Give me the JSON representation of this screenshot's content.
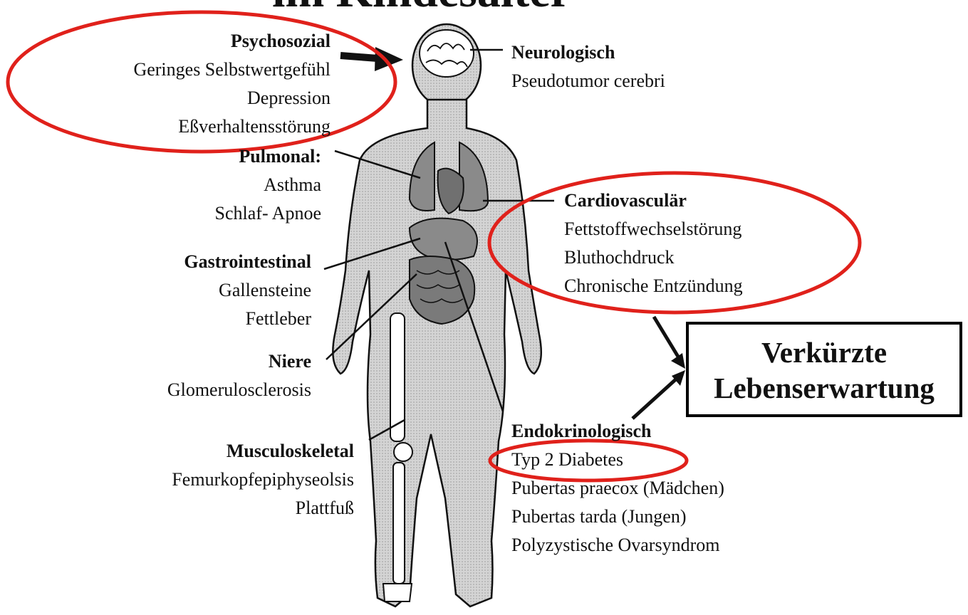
{
  "title": "im Kindesalter",
  "groups": {
    "psychosozial": {
      "heading": "Psychosozial",
      "items": [
        "Geringes Selbstwertgefühl",
        "Depression",
        "Eßverhaltensstörung"
      ]
    },
    "neurologisch": {
      "heading": "Neurologisch",
      "items": [
        "Pseudotumor cerebri"
      ]
    },
    "pulmonal": {
      "heading": "Pulmonal:",
      "items": [
        "Asthma",
        "Schlaf- Apnoe"
      ]
    },
    "cardiovasculaer": {
      "heading": "Cardiovasculär",
      "items": [
        "Fettstoffwechselstörung",
        "Bluthochdruck",
        "Chronische Entzündung"
      ]
    },
    "gastrointestinal": {
      "heading": "Gastrointestinal",
      "items": [
        "Gallensteine",
        "Fettleber"
      ]
    },
    "niere": {
      "heading": "Niere",
      "items": [
        "Glomerulosclerosis"
      ]
    },
    "musculoskeletal": {
      "heading": "Musculoskeletal",
      "items": [
        "Femurkopfepiphyseolsis",
        "Plattfuß"
      ]
    },
    "endokrinologisch": {
      "heading": "Endokrinologisch",
      "items": [
        "Typ 2 Diabetes",
        "Pubertas praecox (Mädchen)",
        "Pubertas tarda (Jungen)",
        "Polyzystische Ovarsyndrom"
      ]
    }
  },
  "outcome_box": {
    "line1": "Verkürzte",
    "line2": "Lebenserwartung"
  },
  "colors": {
    "highlight": "#e0211b",
    "body_fill": "#cfcfcf",
    "organ_fill": "#8a8a8a",
    "line": "#111111"
  }
}
